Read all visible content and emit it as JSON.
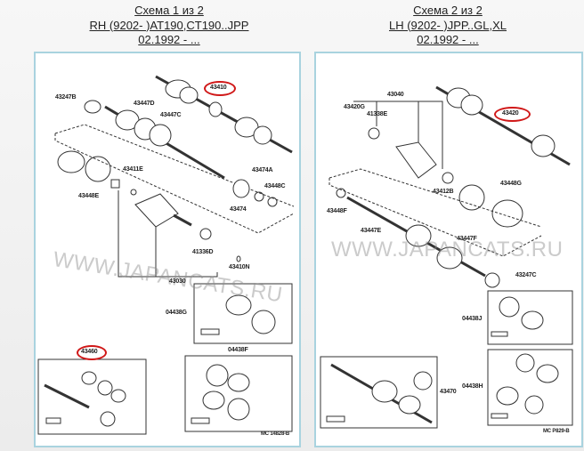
{
  "schemes": [
    {
      "title": "Схема 1 из 2",
      "model": "RH (9202- )AT190,CT190..JPP",
      "date": "02.1992 - ...",
      "highlighted": [
        "43410",
        "43460"
      ],
      "labels": {
        "a": "43410",
        "b": "43247B",
        "c": "43447D",
        "d": "43447C",
        "e": "43411E",
        "f": "43448E",
        "g": "43474A",
        "h": "43448C",
        "i": "43474",
        "j": "41336D",
        "k": "43410N",
        "l": "43030",
        "m": "04438G",
        "n": "04438F",
        "o": "43460",
        "p": "MC 14828-B"
      },
      "watermark": "WWW.JAPANCATS.RU"
    },
    {
      "title": "Схема 2 из 2",
      "model": "LH (9202- )JPP..GL,XL",
      "date": "02.1992 - ...",
      "highlighted": [
        "43420"
      ],
      "labels": {
        "a": "43040",
        "b": "43420G",
        "c": "41338E",
        "d": "43420",
        "e": "43412B",
        "f": "43448G",
        "g": "43448F",
        "h": "43447E",
        "i": "43447F",
        "j": "43247C",
        "k": "04438J",
        "l": "04438H",
        "m": "43470",
        "n": "MC P829-B"
      },
      "watermark": "WWW.JAPANCATS.RU"
    }
  ],
  "colors": {
    "panel_border": "#a9d3df",
    "highlight": "#d01818"
  }
}
